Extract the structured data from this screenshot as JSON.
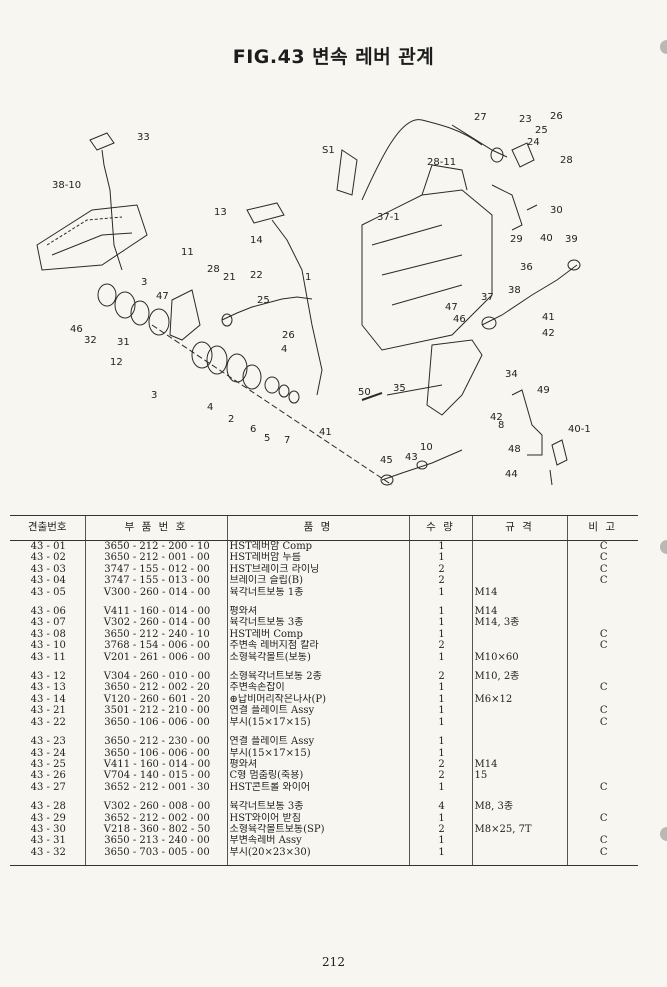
{
  "title": "FIG.43 변속 레버 관계",
  "callouts": [
    "33",
    "38-10",
    "13",
    "14",
    "S1",
    "37-1",
    "27",
    "28-11",
    "23",
    "25",
    "26",
    "24",
    "28",
    "30",
    "29",
    "39",
    "40",
    "36",
    "38",
    "37",
    "41",
    "42",
    "46",
    "47",
    "34",
    "35",
    "50",
    "49",
    "48",
    "40-1",
    "44",
    "45",
    "43",
    "10",
    "41",
    "42",
    "8",
    "1",
    "11",
    "28",
    "21",
    "22",
    "25",
    "26",
    "4",
    "3",
    "47",
    "46",
    "32",
    "31",
    "12",
    "3",
    "4",
    "2",
    "6",
    "5",
    "7"
  ],
  "table": {
    "headers": [
      "견출번호",
      "부 품 번 호",
      "품 명",
      "수 량",
      "규 격",
      "비 고"
    ],
    "groups": [
      [
        {
          "no": "43 - 01",
          "part": "3650 - 212 - 200 - 10",
          "name": "HST레버암 Comp",
          "qty": "1",
          "spec": "",
          "note": "C"
        },
        {
          "no": "43 - 02",
          "part": "3650 - 212 - 001 - 00",
          "name": "HST레버암 누름",
          "qty": "1",
          "spec": "",
          "note": "C"
        },
        {
          "no": "43 - 03",
          "part": "3747 - 155 - 012 - 00",
          "name": "HST브레이크 라이닝",
          "qty": "2",
          "spec": "",
          "note": "C"
        },
        {
          "no": "43 - 04",
          "part": "3747 - 155 - 013 - 00",
          "name": "브레이크 슬립(B)",
          "qty": "2",
          "spec": "",
          "note": "C"
        },
        {
          "no": "43 - 05",
          "part": "V300 - 260 - 014 - 00",
          "name": "육각너트보통 1종",
          "qty": "1",
          "spec": "M14",
          "note": ""
        }
      ],
      [
        {
          "no": "43 - 06",
          "part": "V411 - 160 - 014 - 00",
          "name": "평와셔",
          "qty": "1",
          "spec": "M14",
          "note": ""
        },
        {
          "no": "43 - 07",
          "part": "V302 - 260 - 014 - 00",
          "name": "육각너트보통 3종",
          "qty": "1",
          "spec": "M14, 3종",
          "note": ""
        },
        {
          "no": "43 - 08",
          "part": "3650 - 212 - 240 - 10",
          "name": "HST레버 Comp",
          "qty": "1",
          "spec": "",
          "note": "C"
        },
        {
          "no": "43 - 10",
          "part": "3768 - 154 - 006 - 00",
          "name": "주변속 레버지점 칼라",
          "qty": "2",
          "spec": "",
          "note": "C"
        },
        {
          "no": "43 - 11",
          "part": "V201 - 261 - 006 - 00",
          "name": "소형육각볼트(보통)",
          "qty": "1",
          "spec": "M10×60",
          "note": ""
        }
      ],
      [
        {
          "no": "43 - 12",
          "part": "V304 - 260 - 010 - 00",
          "name": "소형육각너트보통 2종",
          "qty": "2",
          "spec": "M10, 2종",
          "note": ""
        },
        {
          "no": "43 - 13",
          "part": "3650 - 212 - 002 - 20",
          "name": "주변속손잡이",
          "qty": "1",
          "spec": "",
          "note": "C"
        },
        {
          "no": "43 - 14",
          "part": "V120 - 260 - 601 - 20",
          "name": "⊕납비머리작은나사(P)",
          "qty": "1",
          "spec": "M6×12",
          "note": ""
        },
        {
          "no": "43 - 21",
          "part": "3501 - 212 - 210 - 00",
          "name": "연결 플레이트 Assy",
          "qty": "1",
          "spec": "",
          "note": "C"
        },
        {
          "no": "43 - 22",
          "part": "3650 - 106 - 006 - 00",
          "name": "부시(15×17×15)",
          "qty": "1",
          "spec": "",
          "note": "C"
        }
      ],
      [
        {
          "no": "43 - 23",
          "part": "3650 - 212 - 230 - 00",
          "name": "연결 플레이트 Assy",
          "qty": "1",
          "spec": "",
          "note": ""
        },
        {
          "no": "43 - 24",
          "part": "3650 - 106 - 006 - 00",
          "name": "부시(15×17×15)",
          "qty": "1",
          "spec": "",
          "note": ""
        },
        {
          "no": "43 - 25",
          "part": "V411 - 160 - 014 - 00",
          "name": "평와셔",
          "qty": "2",
          "spec": "M14",
          "note": ""
        },
        {
          "no": "43 - 26",
          "part": "V704 - 140 - 015 - 00",
          "name": "C형 멈춤링(축용)",
          "qty": "2",
          "spec": "15",
          "note": ""
        },
        {
          "no": "43 - 27",
          "part": "3652 - 212 - 001 - 30",
          "name": "HST콘트롤 와이어",
          "qty": "1",
          "spec": "",
          "note": "C"
        }
      ],
      [
        {
          "no": "43 - 28",
          "part": "V302 - 260 - 008 - 00",
          "name": "육각너트보통 3종",
          "qty": "4",
          "spec": "M8, 3종",
          "note": ""
        },
        {
          "no": "43 - 29",
          "part": "3652 - 212 - 002 - 00",
          "name": "HST와이어 받침",
          "qty": "1",
          "spec": "",
          "note": "C"
        },
        {
          "no": "43 - 30",
          "part": "V218 - 360 - 802 - 50",
          "name": "소형육각볼트보통(SP)",
          "qty": "2",
          "spec": "M8×25, 7T",
          "note": ""
        },
        {
          "no": "43 - 31",
          "part": "3650 - 213 - 240 - 00",
          "name": "부변속레버 Assy",
          "qty": "1",
          "spec": "",
          "note": "C"
        },
        {
          "no": "43 - 32",
          "part": "3650 - 703 - 005 - 00",
          "name": "부시(20×23×30)",
          "qty": "1",
          "spec": "",
          "note": "C"
        }
      ]
    ]
  },
  "page_number": "212"
}
